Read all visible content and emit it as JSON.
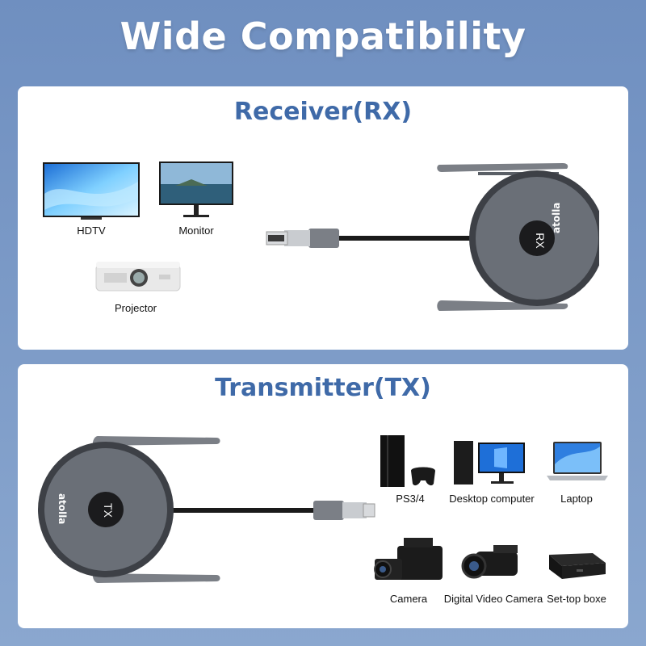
{
  "header": {
    "title": "Wide Compatibility"
  },
  "receiver": {
    "title": "Receiver(RX)",
    "device_label": "RX",
    "brand": "atolla",
    "devices": [
      {
        "label": "HDTV",
        "icon": "tv-icon"
      },
      {
        "label": "Monitor",
        "icon": "monitor-icon"
      },
      {
        "label": "Projector",
        "icon": "projector-icon"
      }
    ]
  },
  "transmitter": {
    "title": "Transmitter(TX)",
    "device_label": "TX",
    "brand": "atolla",
    "devices": [
      {
        "label": "PS3/4",
        "icon": "game-console-icon"
      },
      {
        "label": "Desktop computer",
        "icon": "desktop-computer-icon"
      },
      {
        "label": "Laptop",
        "icon": "laptop-icon"
      },
      {
        "label": "Camera",
        "icon": "camera-icon"
      },
      {
        "label": "Digital Video Camera",
        "icon": "video-camera-icon"
      },
      {
        "label": "Set-top boxe",
        "icon": "set-top-box-icon"
      }
    ]
  },
  "colors": {
    "accent": "#3f6aa8",
    "background": "#7d9bc8",
    "device_body": "#5a5f66"
  }
}
